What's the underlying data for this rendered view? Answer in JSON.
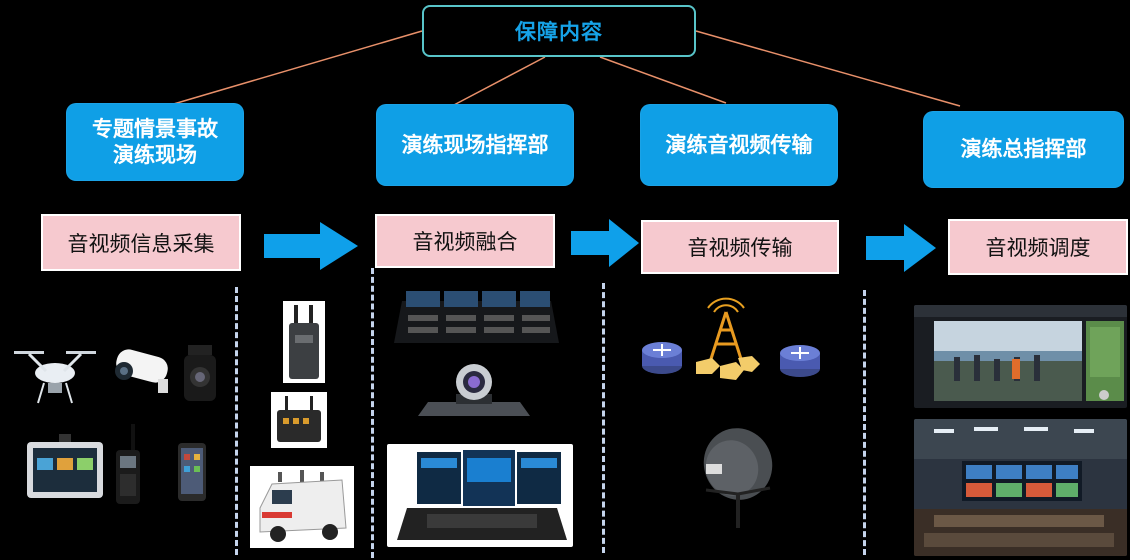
{
  "root": {
    "label": "保障内容"
  },
  "categories": [
    {
      "label": "专题情景事故\n演练现场"
    },
    {
      "label": "演练现场指挥部"
    },
    {
      "label": "演练音视频传输"
    },
    {
      "label": "演练总指挥部"
    }
  ],
  "processes": [
    {
      "label": "音视频信息采集"
    },
    {
      "label": "音视频融合"
    },
    {
      "label": "音视频传输"
    },
    {
      "label": "音视频调度"
    }
  ],
  "colors": {
    "root_border": "#58c4c9",
    "root_text": "#16a3e8",
    "category_fill": "#0f9fe6",
    "process_fill": "#f6c9cf",
    "arrow": "#0fa0ea",
    "connector": "#e8906a",
    "divider": "#c5d4ec"
  },
  "icons": [
    "drone-icon",
    "bullet-camera-icon",
    "ptz-camera-icon",
    "video-terminal-icon",
    "walkie-talkie-icon",
    "smartphone-icon",
    "backpack-transmitter-icon",
    "portable-base-station-icon",
    "command-vehicle-icon",
    "video-console-icon",
    "conference-camera-icon",
    "rugged-laptop-icon",
    "router-icon",
    "signal-tower-icon",
    "satellite-dish-icon",
    "video-wall-screen-icon",
    "command-center-room-icon"
  ]
}
